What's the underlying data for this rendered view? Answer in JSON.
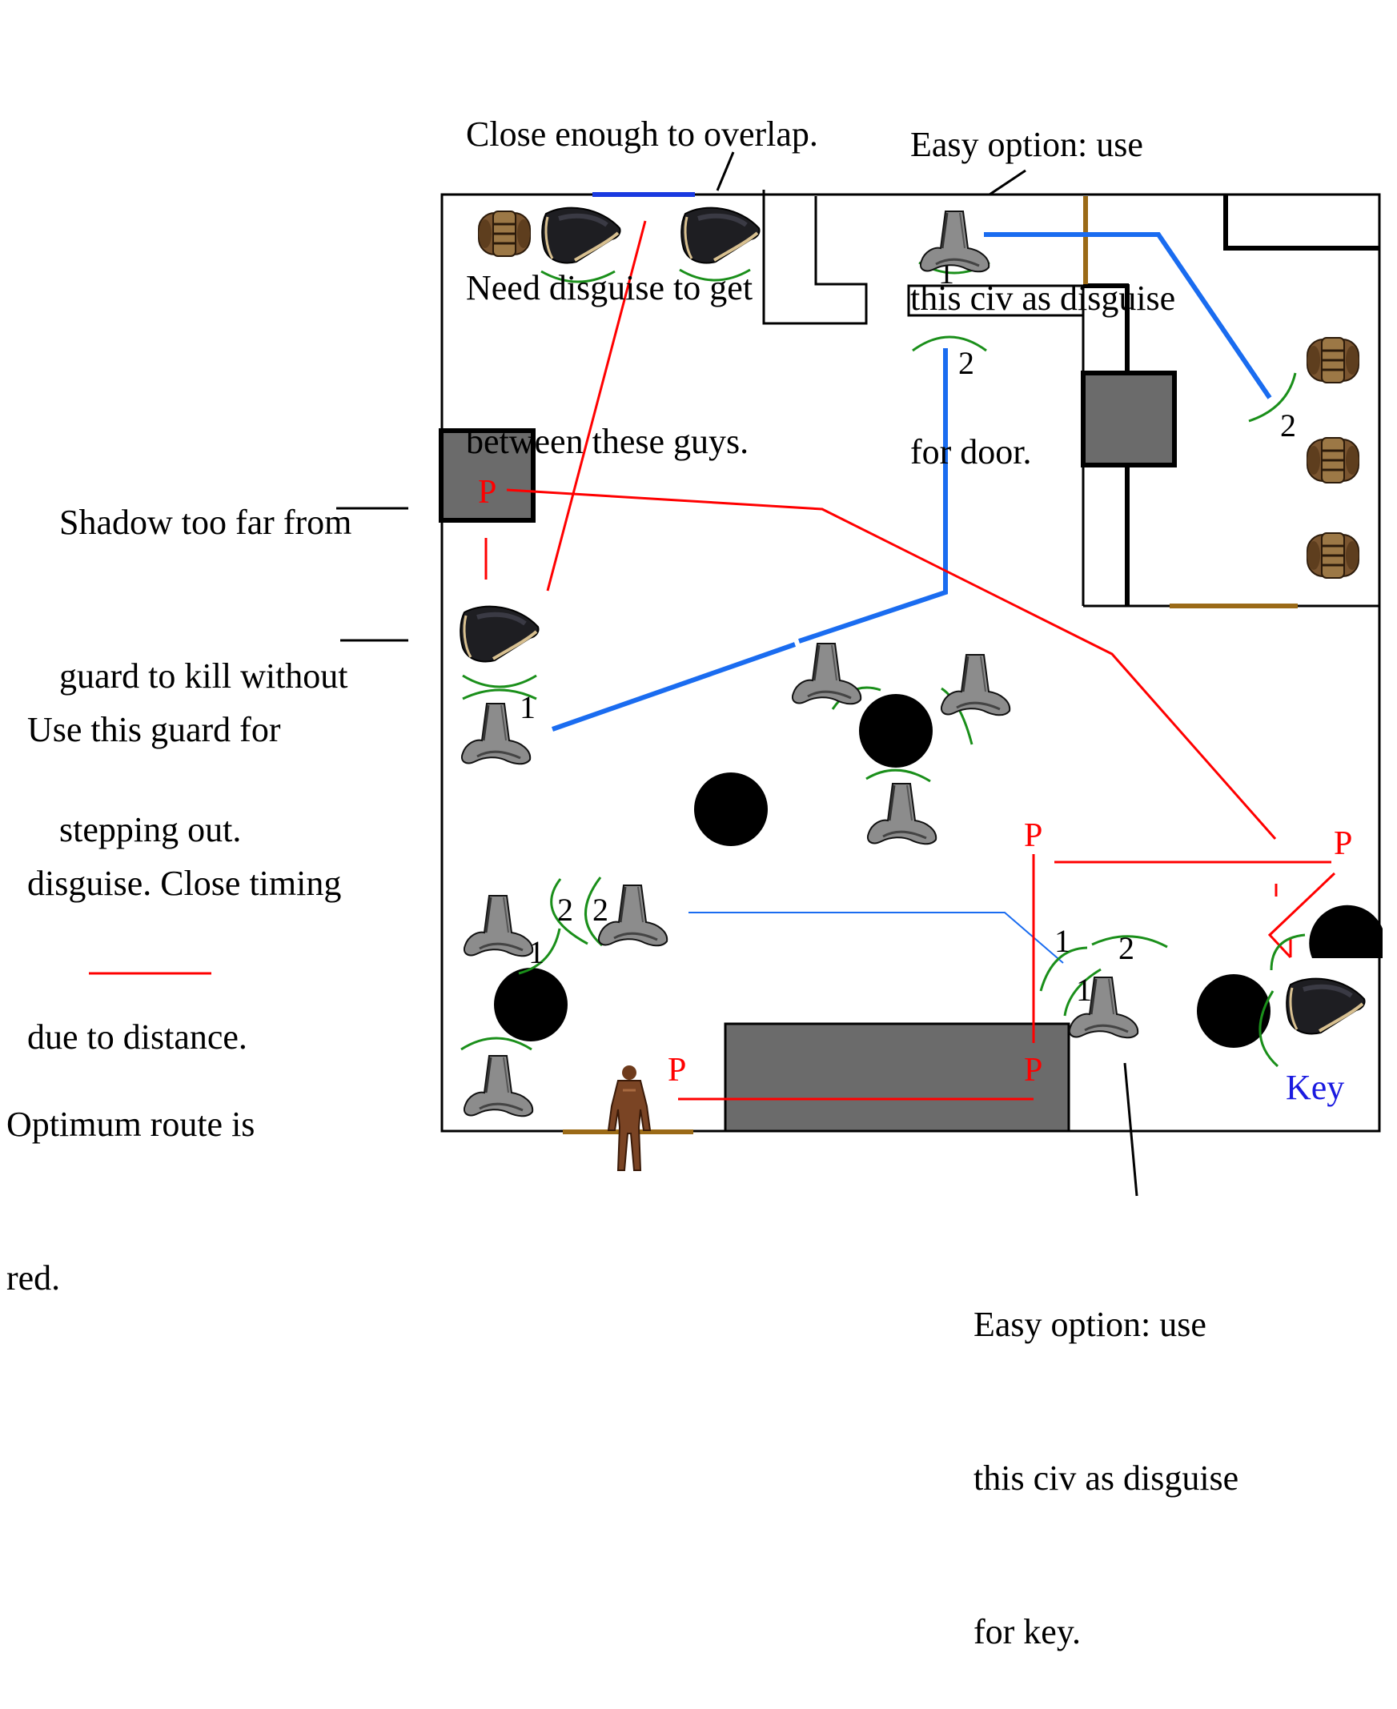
{
  "notes": {
    "overlap": [
      "Close enough to overlap.",
      "Need disguise to get",
      "between these guys."
    ],
    "door": [
      "Easy option: use",
      "this civ as disguise",
      "for door."
    ],
    "shadow": [
      "Shadow too far from",
      "guard to kill without",
      "stepping out."
    ],
    "guard": [
      "Use this guard for",
      "disguise. Close timing",
      "due to distance."
    ],
    "route": [
      "Optimum route is",
      "red."
    ],
    "key": [
      "Easy option: use",
      "this civ as disguise",
      "for key."
    ]
  },
  "map": {
    "pause_marker": "P",
    "key_label": "Key",
    "vision_numbers": [
      "1",
      "2",
      "2",
      "1",
      "1",
      "2",
      "2",
      "1",
      "2",
      "1"
    ]
  },
  "colors": {
    "route": "#ff0000",
    "guard_path": "#1a6cf0",
    "vision_arc": "#1a8f1a",
    "door": "#9b6a17",
    "shadow_box": "#6b6b6b",
    "pillar": "#000000"
  },
  "icons": {
    "guard": "tricorn-hat-icon",
    "civilian": "bell-hat-icon",
    "barrel": "barrel-icon",
    "player": "player-figure-icon"
  }
}
